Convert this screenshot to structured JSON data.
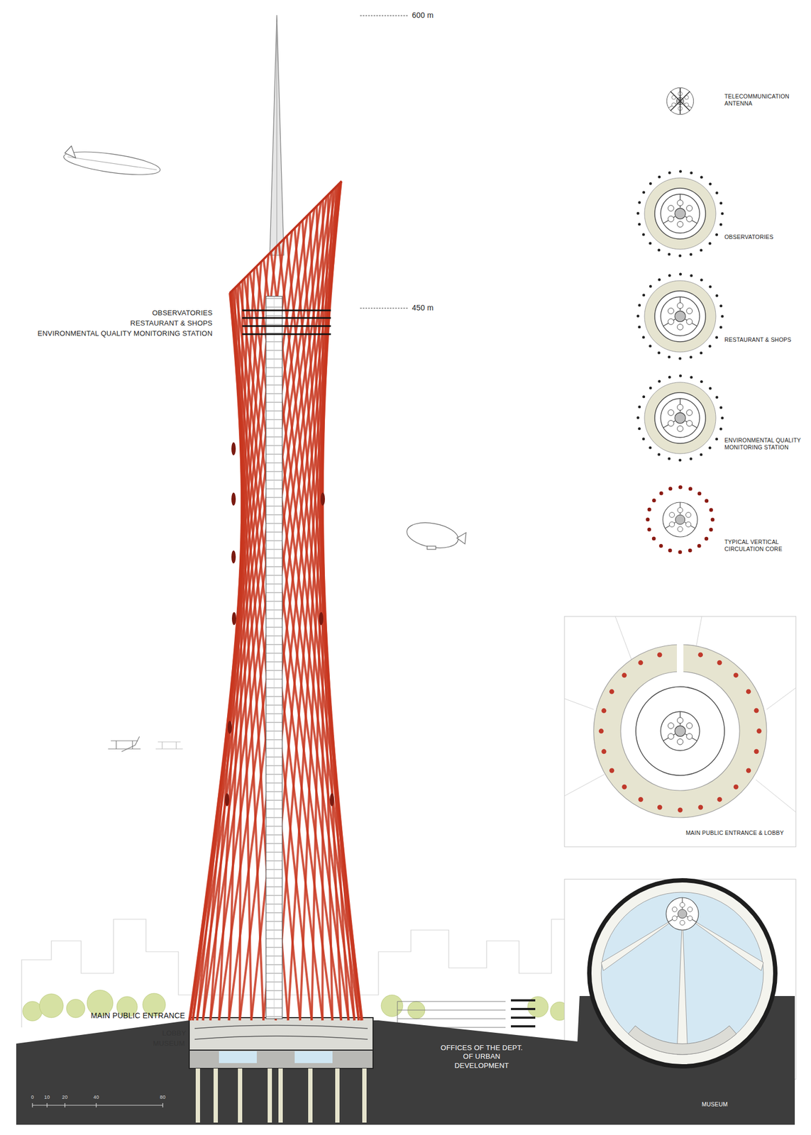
{
  "diagram": {
    "labels": [
      "600 m",
      "450 m",
      "OBSERVATORIES",
      "RESTAURANT & SHOPS",
      "ENVIRONMENTAL QUALITY MONITORING STATION",
      "TELECOMMUNICATION ANTENNA",
      "OBSERVATORIES",
      "RESTAURANT & SHOPS",
      "ENVIRONMENTAL QUALITY MONITORING STATION",
      "TYPICAL VERTICAL CIRCULATION CORE",
      "MAIN PUBLIC ENTRANCE & LOBBY",
      "MAIN PUBLIC ENTRANCE",
      "LOBBY",
      "MUSEUM",
      "OFFICES OF THE DEPT. OF URBAN DEVELOPMENT",
      "MUSEUM",
      "0",
      "10",
      "20",
      "40",
      "80"
    ]
  }
}
